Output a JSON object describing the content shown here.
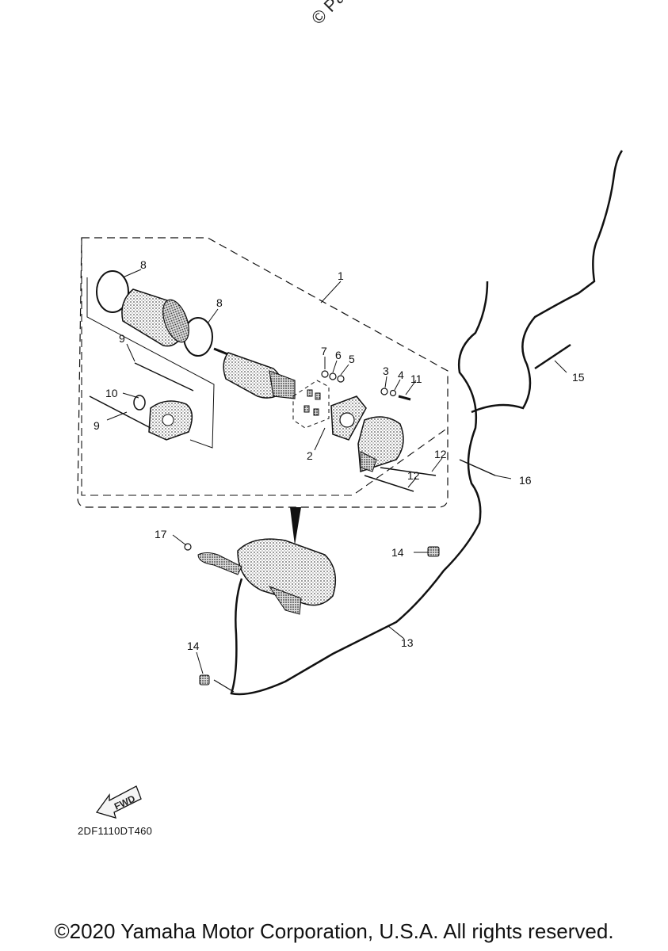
{
  "watermark": "© Partzilla.",
  "callouts": {
    "c1": "1",
    "c2": "2",
    "c3": "3",
    "c4": "4",
    "c5": "5",
    "c6": "6",
    "c7": "7",
    "c8a": "8",
    "c8b": "8",
    "c9a": "9",
    "c9b": "9",
    "c10": "10",
    "c11": "11",
    "c12a": "12",
    "c12b": "12",
    "c13": "13",
    "c14a": "14",
    "c14b": "14",
    "c15": "15",
    "c16": "16",
    "c17": "17"
  },
  "fwd": "FWD",
  "diagram_code": "2DF1110DT460",
  "copyright": "©2020 Yamaha Motor Corporation, U.S.A. All rights reserved."
}
